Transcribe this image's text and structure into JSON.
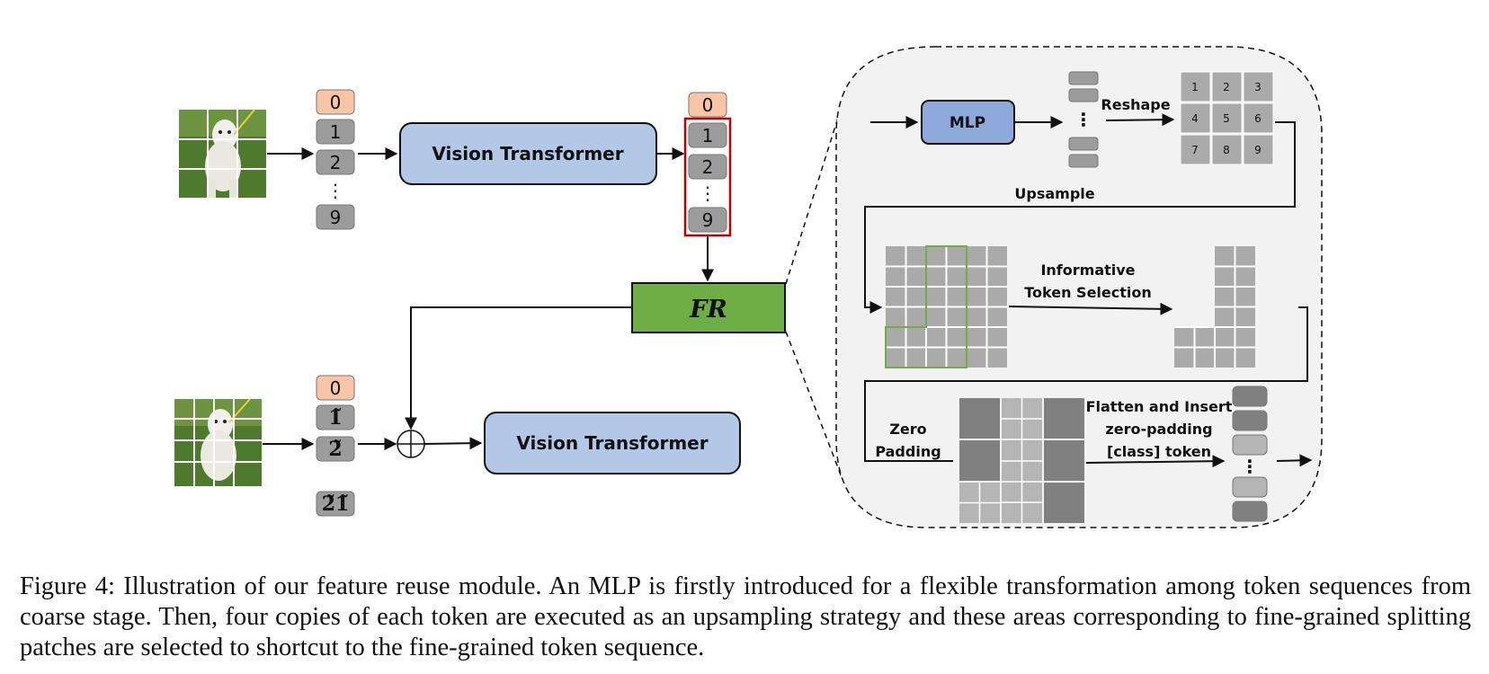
{
  "diagram": {
    "top_input_tokens": [
      "0",
      "1",
      "2",
      "⋮",
      "9"
    ],
    "vision_transformer_top": "Vision Transformer",
    "output_tokens": [
      "0",
      "1",
      "2",
      "⋮",
      "9"
    ],
    "fr_label": "FR",
    "bottom_input_tokens": [
      "0",
      "1̃",
      "2̃",
      "2̃1̃"
    ],
    "vision_transformer_bottom": "Vision Transformer",
    "zoom_panel": {
      "mlp_label": "MLP",
      "reshape_label": "Reshape",
      "grid_numbers": [
        "1",
        "2",
        "3",
        "4",
        "5",
        "6",
        "7",
        "8",
        "9"
      ],
      "upsample_label": "Upsample",
      "informative_line1": "Informative",
      "informative_line2": "Token Selection",
      "zero_padding_line1": "Zero",
      "zero_padding_line2": "Padding",
      "flatten_line1": "Flatten and Insert",
      "flatten_line2": "zero-padding",
      "flatten_line3": "[class] token"
    },
    "colors": {
      "class_token": "#f8c6a6",
      "token": "#9c9c9c",
      "vit_box": "#b3c7e6",
      "fr_box": "#6fae45",
      "mlp_box": "#8eaadc",
      "panel_bg": "#f2f2f2",
      "highlight_red": "#c00000",
      "selection_green": "#70ad47"
    }
  },
  "caption": "Figure 4: Illustration of our feature reuse module. An MLP is firstly introduced for a flexible transformation among token sequences from coarse stage. Then, four copies of each token are executed as an upsampling strategy and these areas corresponding to fine-grained splitting patches are selected to shortcut to the fine-grained token sequence."
}
